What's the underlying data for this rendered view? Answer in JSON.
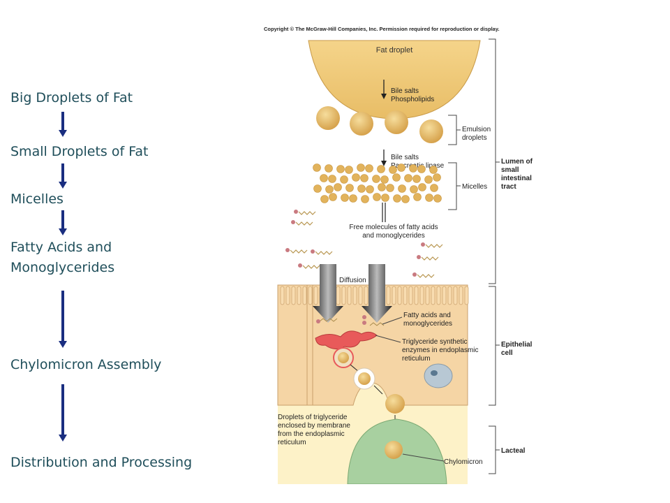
{
  "steps": [
    "Big Droplets of Fat",
    "Small Droplets of Fat",
    "Micelles",
    "Fatty Acids and",
    "Monoglycerides",
    "Chylomicron Assembly",
    "Distribution and Processing"
  ],
  "figure": {
    "copyright": "Copyright © The McGraw-Hill Companies, Inc. Permission required for reproduction or display.",
    "labels": {
      "fat_droplet": "Fat droplet",
      "bile1": "Bile salts",
      "phospholipids": "Phospholipids",
      "emulsion1": "Emulsion",
      "emulsion2": "droplets",
      "bile2": "Bile salts",
      "lipase": "Pancreatic lipase",
      "micelles": "Micelles",
      "free1": "Free molecules of fatty acids",
      "free2": "and monoglycerides",
      "diffusion": "Diffusion",
      "fa1": "Fatty acids and",
      "fa2": "monoglycerides",
      "tg1": "Triglyceride synthetic",
      "tg2": "enzymes in endoplasmic",
      "tg3": "reticulum",
      "drop1": "Droplets of triglyceride",
      "drop2": "enclosed by membrane",
      "drop3": "from the endoplasmic",
      "drop4": "reticulum",
      "chylomicron": "Chylomicron",
      "lumen1": "Lumen of",
      "lumen2": "small",
      "lumen3": "intestinal",
      "lumen4": "tract",
      "epi1": "Epithelial",
      "epi2": "cell",
      "lacteal": "Lacteal"
    }
  }
}
